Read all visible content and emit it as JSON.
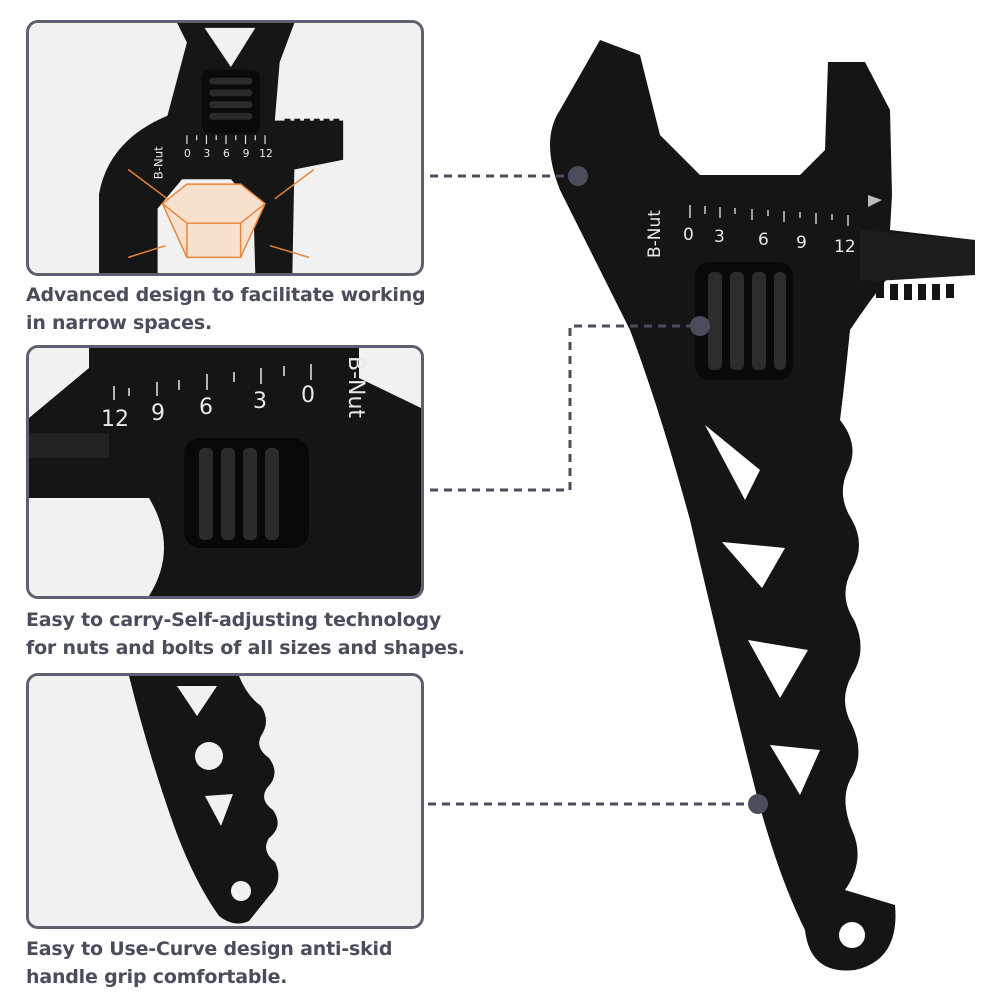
{
  "features": [
    {
      "caption_lines": [
        "Advanced design to facilitate working",
        "in narrow spaces."
      ],
      "scale_label": "B-Nut",
      "scale_ticks": [
        "0",
        "3",
        "6",
        "9",
        "12"
      ]
    },
    {
      "caption_lines": [
        "Easy to carry-Self-adjusting technology",
        "for nuts and bolts of all sizes and shapes."
      ],
      "scale_label": "B-Nut",
      "scale_ticks": [
        "12",
        "9",
        "6",
        "3",
        "0"
      ]
    },
    {
      "caption_lines": [
        "Easy to Use-Curve design anti-skid",
        "handle grip comfortable."
      ]
    }
  ],
  "main_wrench": {
    "scale_label": "B-Nut",
    "scale_ticks": [
      "0",
      "3",
      "6",
      "9",
      "12"
    ]
  },
  "colors": {
    "frame": "#5d6070",
    "connector": "#4a4d5c",
    "caption": "#4a4d5c",
    "wrench": "#141414",
    "highlight_orange": "#e8843a"
  }
}
